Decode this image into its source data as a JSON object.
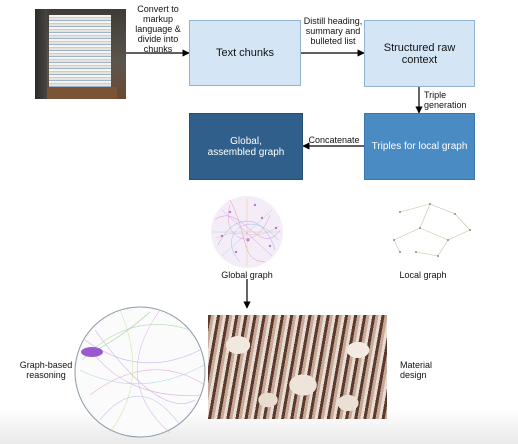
{
  "nodes": {
    "text_chunks": "Text chunks",
    "structured_context": "Structured raw context",
    "triples_local": "Triples for local graph",
    "global_assembled": "Global, assembled graph"
  },
  "edges": {
    "convert": "Convert to markup language & divide into chunks",
    "distill": "Distill heading, summary and bulleted list",
    "triple_gen": "Triple generation",
    "concatenate": "Concatenate"
  },
  "captions": {
    "global_graph": "Global graph",
    "local_graph": "Local graph",
    "graph_reasoning": "Graph-based reasoning",
    "material_design": "Material design"
  },
  "images": {
    "papers": "stack-of-papers-photo",
    "global": "global-graph-hairball",
    "local": "local-graph-network",
    "reasoning": "circular-graph-reasoning",
    "material": "biomimetic-material-render"
  },
  "colors": {
    "light_box": "#d4e6f6",
    "mid_box": "#4b8bc3",
    "dark_box": "#2f5f8a"
  }
}
